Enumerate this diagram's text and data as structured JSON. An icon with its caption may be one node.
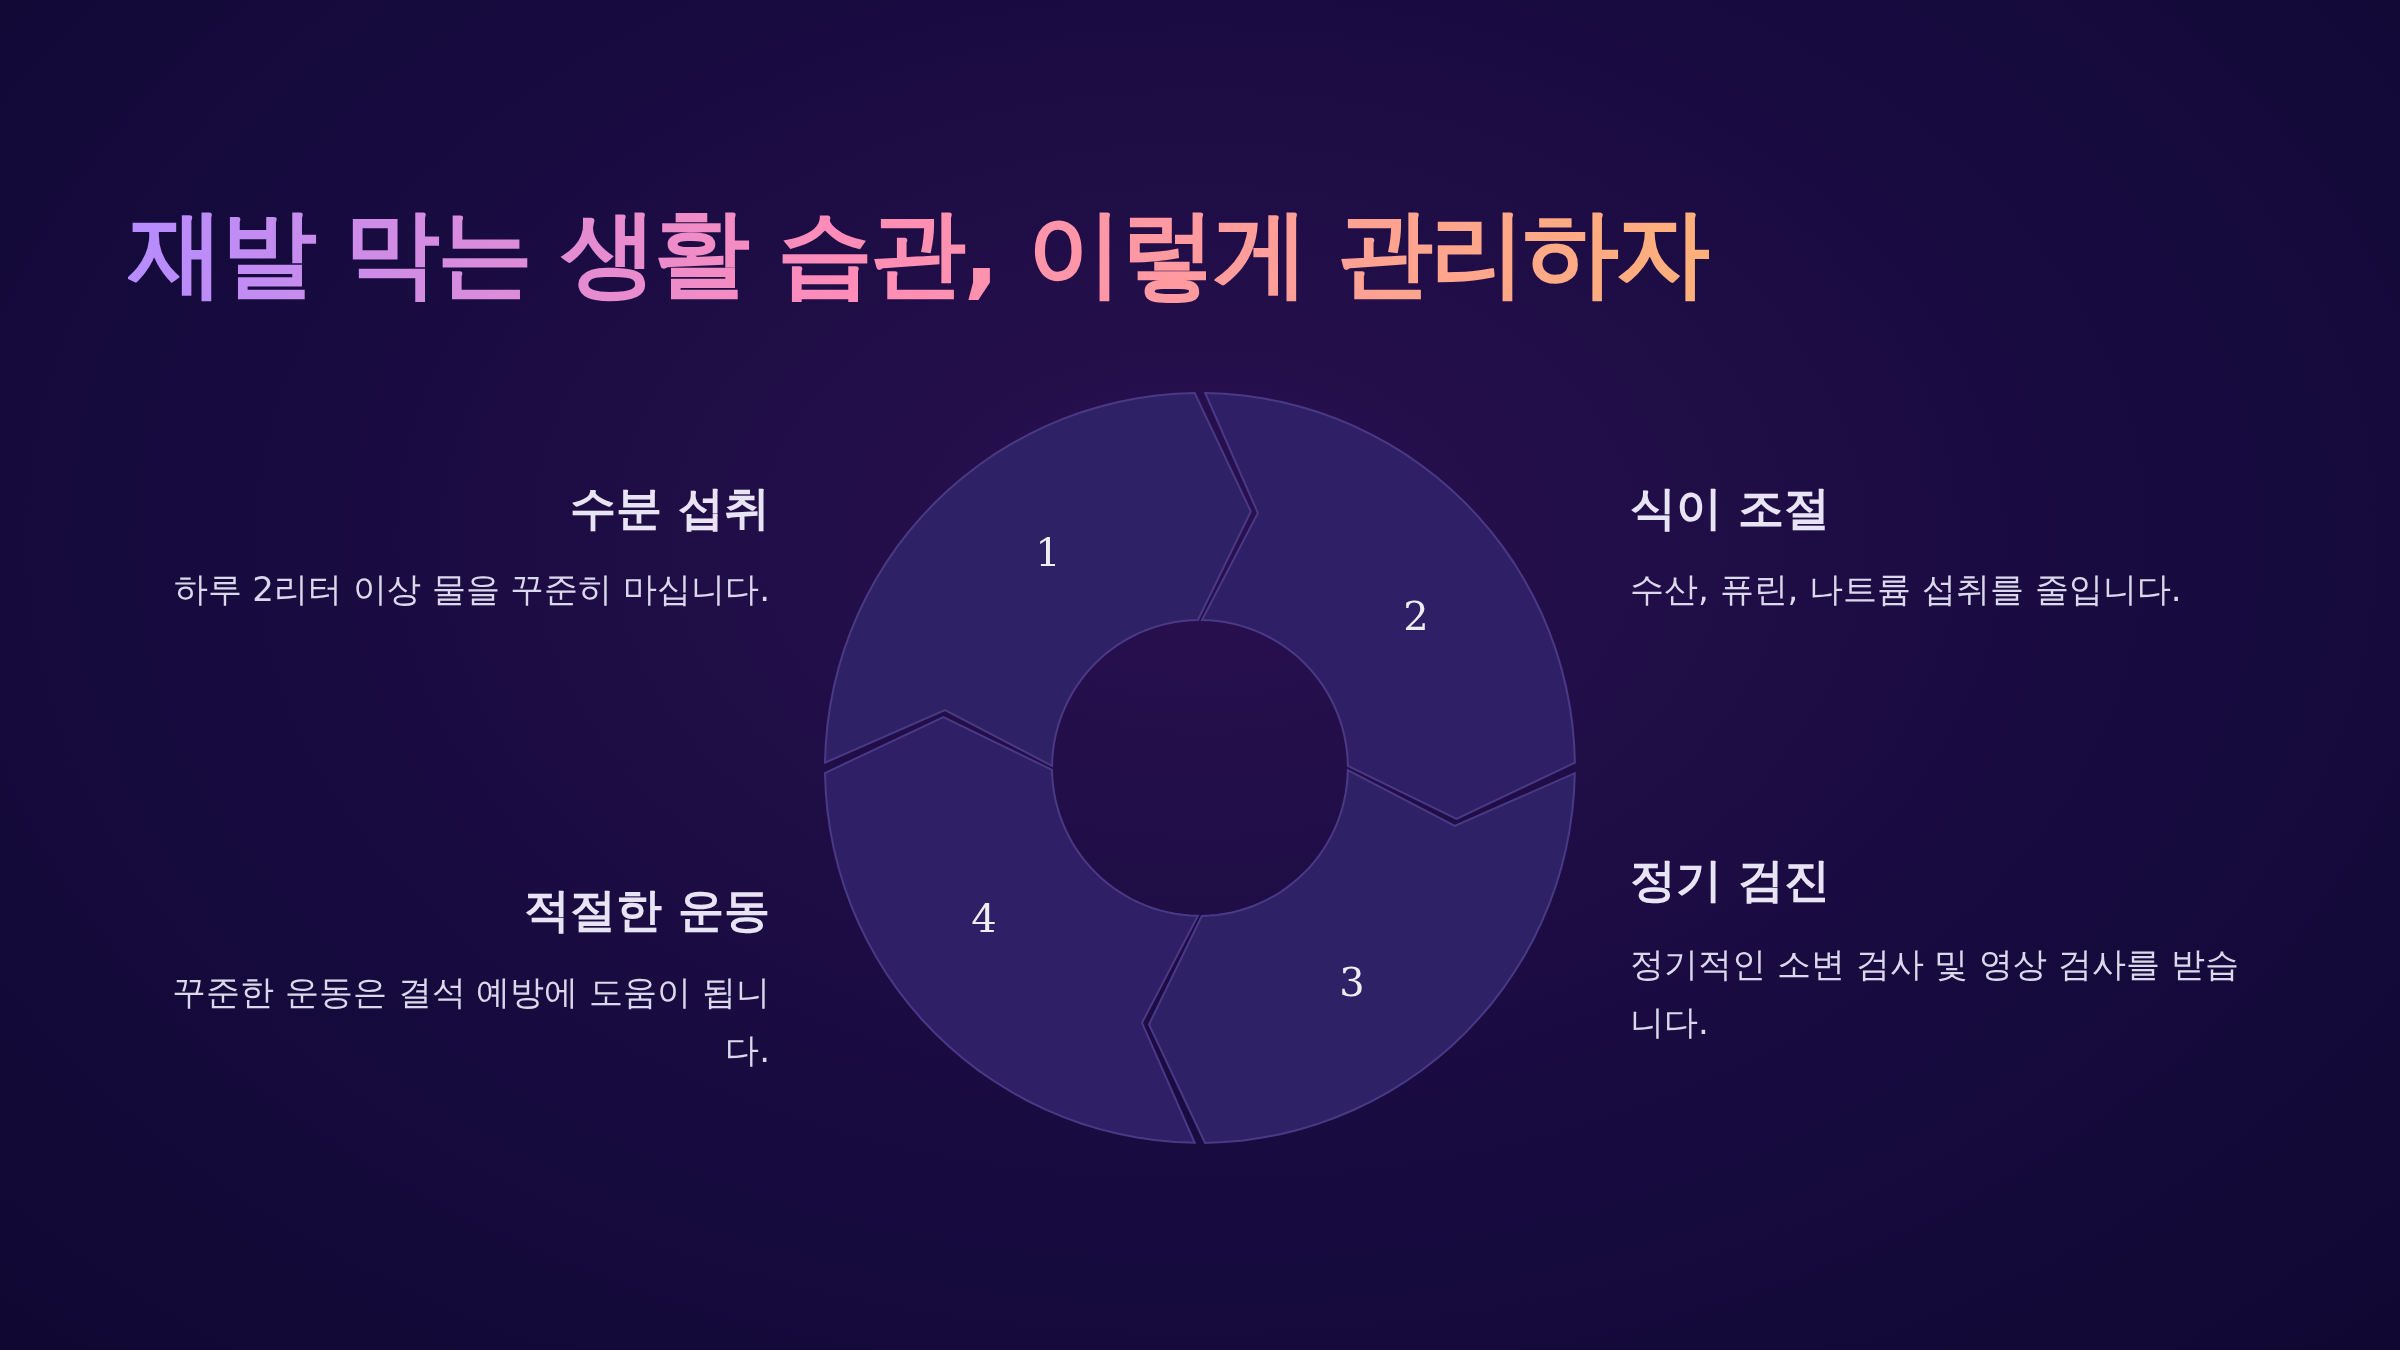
{
  "diagram": {
    "title": "재발 막는 생활 습관, 이렇게 관리하자",
    "nodes": [
      {
        "text": [
          "1"
        ],
        "beside": [
          "수분 섭취",
          "하루 2리터 이상 물을 꾸준히 마십니다."
        ]
      },
      {
        "text": [
          "2"
        ],
        "beside": [
          "식이 조절",
          "수산, 퓨린, 나트륨 섭취를 줄입니다."
        ]
      },
      {
        "text": [
          "3"
        ],
        "beside": [
          "정기 검진",
          "정기적인 소변 검사 및 영상 검사를 받습니다."
        ]
      },
      {
        "text": [
          "4"
        ],
        "beside": [
          "적절한 운동",
          "꾸준한 운동은 결석 예방에 도움이 됩니다."
        ]
      }
    ]
  }
}
